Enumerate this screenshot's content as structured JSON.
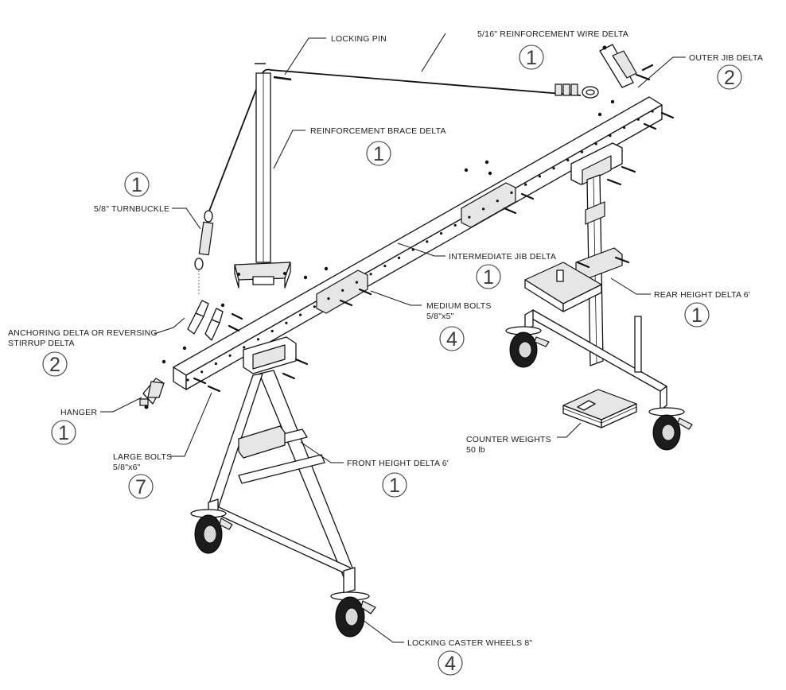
{
  "labels": {
    "locking_pin": {
      "text": "LOCKING PIN",
      "qty": ""
    },
    "reinforcement_wire": {
      "text": "5/16\" REINFORCEMENT WIRE DELTA",
      "qty": "1"
    },
    "outer_jib": {
      "text": "OUTER JIB  DELTA",
      "qty": "2"
    },
    "reinforcement_brace": {
      "text": "REINFORCEMENT BRACE DELTA",
      "qty": "1"
    },
    "turnbuckle": {
      "text": "5/8\" TURNBUCKLE",
      "qty": "1"
    },
    "intermediate_jib": {
      "text": "INTERMEDIATE JIB DELTA",
      "qty": "1"
    },
    "rear_height": {
      "text": "REAR HEIGHT DELTA 6'",
      "qty": "1"
    },
    "medium_bolts": {
      "text": "MEDIUM BOLTS",
      "sub": "5/8\"x5\"",
      "qty": "4"
    },
    "anchoring": {
      "text": "ANCHORING DELTA OR REVERSING",
      "sub": "STIRRUP DELTA",
      "qty": "2"
    },
    "hanger": {
      "text": "HANGER",
      "qty": "1"
    },
    "counter_weights": {
      "text": "COUNTER WEIGHTS",
      "sub": "50 lb"
    },
    "large_bolts": {
      "text": "LARGE BOLTS",
      "sub": "5/8\"x6\"",
      "qty": "7"
    },
    "front_height": {
      "text": "FRONT HEIGHT DELTA 6'",
      "qty": "1"
    },
    "caster_wheels": {
      "text": "LOCKING CASTER WHEELS 8\"",
      "qty": "4"
    }
  }
}
